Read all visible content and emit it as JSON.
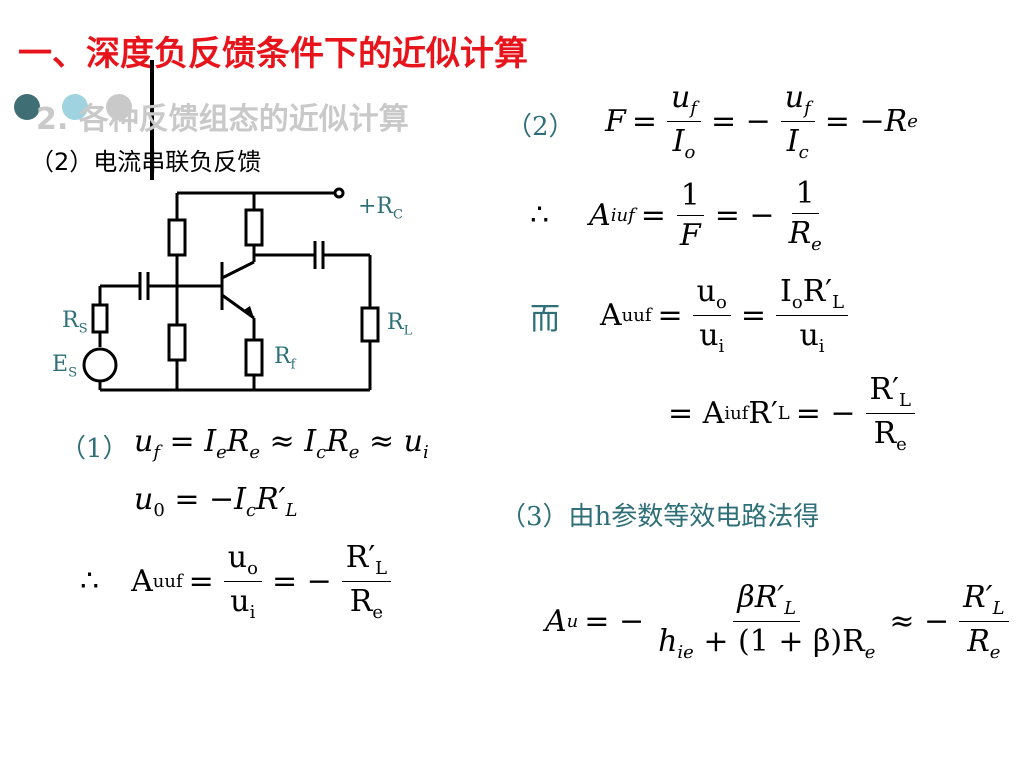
{
  "title": "一、深度负反馈条件下的近似计算",
  "subtitle": "2. 各种反馈组态的近似计算",
  "subsection": "（2）电流串联负反馈",
  "circuit": {
    "supply_label_main": "+R",
    "supply_label_sub": "C",
    "rs_main": "R",
    "rs_sub": "S",
    "es_main": "E",
    "es_sub": "S",
    "rf_main": "R",
    "rf_sub": "f",
    "rl_main": "R",
    "rl_sub": "L"
  },
  "eq1": {
    "label": "（1）",
    "line1": [
      "u",
      "f",
      "= ",
      "I",
      "e",
      "R",
      "e",
      " ≈ ",
      "I",
      "c",
      "R",
      "e",
      " ≈ ",
      "u",
      "i"
    ],
    "line2_lhs": "u",
    "line2_lhs_sub": "0",
    "line2_rhs": "= −I",
    "line2_rhs_sub": "c",
    "line2_rhs_tail": "R′",
    "line2_rhs_tail_sub": "L"
  },
  "eq_auuf_left": {
    "therefore": "∴",
    "lhs": "A",
    "lhs_sub": "uuf",
    "f1_num": "u",
    "f1_num_sub": "o",
    "f1_den": "u",
    "f1_den_sub": "i",
    "f2_num": "R′",
    "f2_num_sub": "L",
    "f2_den": "R",
    "f2_den_sub": "e"
  },
  "eq2": {
    "label": "（2）",
    "lhs": "F",
    "f1_num": "u",
    "f1_num_sub": "f",
    "f1_den": "I",
    "f1_den_sub": "o",
    "f2_num": "u",
    "f2_num_sub": "f",
    "f2_den": "I",
    "f2_den_sub": "c",
    "tail": "= −R",
    "tail_sub": "e"
  },
  "eq_aiuf": {
    "therefore": "∴",
    "lhs": "A",
    "lhs_sub": "iuf",
    "f1_num": "1",
    "f1_den": "F",
    "f2_num": "1",
    "f2_den": "R",
    "f2_den_sub": "e"
  },
  "eq_auuf_right": {
    "er": "而",
    "lhs": "A",
    "lhs_sub": "uuf",
    "f1_num": "u",
    "f1_num_sub": "o",
    "f1_den": "u",
    "f1_den_sub": "i",
    "f2_num_a": "I",
    "f2_num_a_sub": "o",
    "f2_num_b": "R′",
    "f2_num_b_sub": "L",
    "f2_den": "u",
    "f2_den_sub": "i"
  },
  "eq_auuf_right2": {
    "mid": "= A",
    "mid_sub": "iuf",
    "mid_b": "R′",
    "mid_b_sub": "L",
    "f_num": "R′",
    "f_num_sub": "L",
    "f_den": "R",
    "f_den_sub": "e"
  },
  "eq3": {
    "label": "（3）由h参数等效电路法得",
    "lhs": "A",
    "lhs_sub": "u",
    "f1_num": "βR′",
    "f1_num_sub": "L",
    "f1_den_a": "h",
    "f1_den_a_sub": "ie",
    "f1_den_b": " + (1 + β)R",
    "f1_den_b_sub": "e",
    "f2_num": "R′",
    "f2_num_sub": "L",
    "f2_den": "R",
    "f2_den_sub": "e"
  },
  "colors": {
    "title": "#e8141c",
    "teal": "#2e6f78",
    "subtitle": "#c9c9c9",
    "dot1": "#3f6f74",
    "dot2": "#9fd3df",
    "dot3": "#c9c9c9"
  }
}
